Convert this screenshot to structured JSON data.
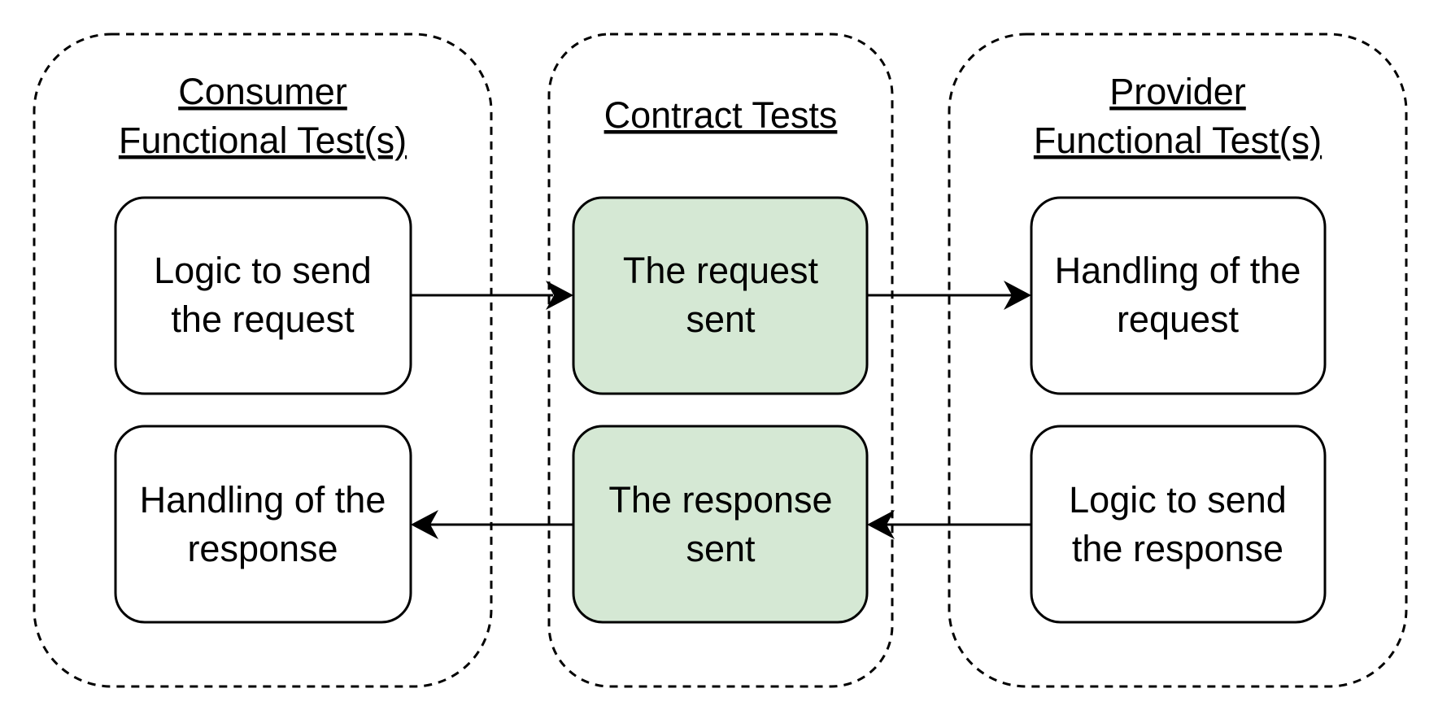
{
  "colors": {
    "stroke": "#000000",
    "box_fill": "#ffffff",
    "highlight_fill": "#d5e8d4",
    "background": "#ffffff"
  },
  "groups": {
    "consumer": {
      "title_line1": "Consumer",
      "title_line2": "Functional Test(s)"
    },
    "contract": {
      "title_line1": "Contract Tests"
    },
    "provider": {
      "title_line1": "Provider ",
      "title_line2": "Functional Test(s)"
    }
  },
  "boxes": {
    "consumer_send": {
      "line1": "Logic to send",
      "line2": "the request"
    },
    "consumer_handle": {
      "line1": "Handling of the",
      "line2": "response"
    },
    "contract_request": {
      "line1": "The request",
      "line2": "sent"
    },
    "contract_response": {
      "line1": "The response",
      "line2": "sent"
    },
    "provider_handle": {
      "line1": "Handling of the",
      "line2": "request"
    },
    "provider_send": {
      "line1": "Logic to send",
      "line2": "the response"
    }
  }
}
